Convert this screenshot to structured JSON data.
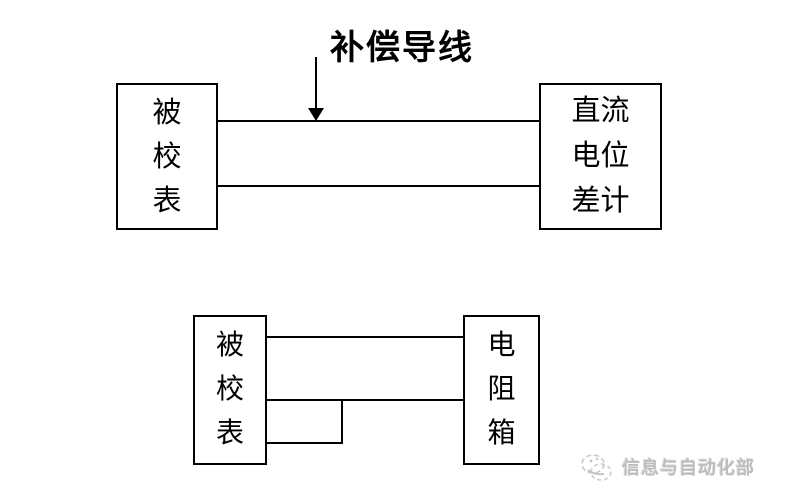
{
  "page": {
    "background": "#ffffff",
    "line_color": "#000000",
    "watermark_color": "#bdbdbd"
  },
  "figure_top": {
    "annotation_label": "补偿导线",
    "left_box_label": "被\n校\n表",
    "right_box_label": "直流\n电位\n差计"
  },
  "figure_bottom": {
    "left_box_label": "被\n校\n表",
    "right_box_label": "电\n阻\n箱"
  },
  "watermark": {
    "text": "信息与自动化部",
    "icon": "scribble-logo-icon"
  }
}
